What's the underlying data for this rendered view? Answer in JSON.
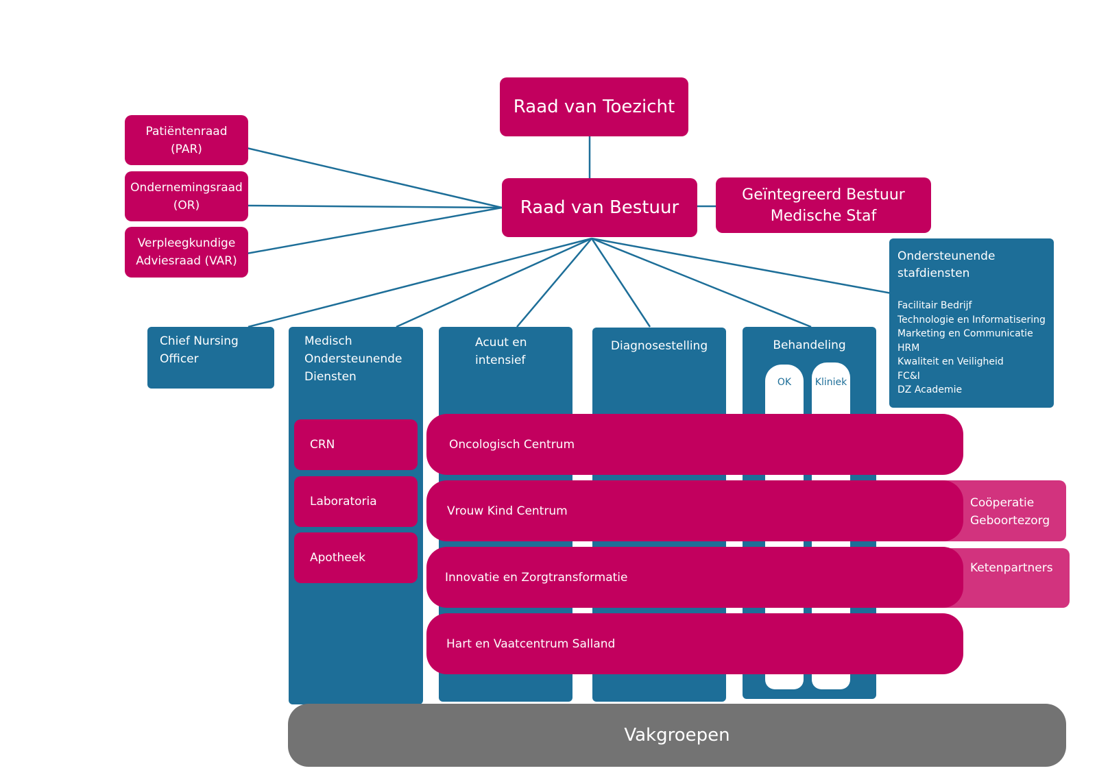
{
  "governance": {
    "raad_van_toezicht": "Raad van Toezicht",
    "raad_van_bestuur": "Raad van Bestuur",
    "geintegreerd_bestuur": "Geïntegreerd Bestuur\nMedische Staf"
  },
  "advisory": [
    {
      "label": "Patiëntenraad\n(PAR)"
    },
    {
      "label": "Ondernemingsraad\n(OR)"
    },
    {
      "label": "Verpleegkundige\nAdviesraad (VAR)"
    }
  ],
  "staff_services": {
    "title": "Ondersteunende\nstafdiensten",
    "items": [
      "Facilitair Bedrijf",
      "Technologie en Informatisering",
      "Marketing en Communicatie",
      "HRM",
      "Kwaliteit en Veiligheid",
      "FC&I",
      "DZ Academie"
    ]
  },
  "columns": {
    "cno": "Chief Nursing\nOfficer",
    "mod": "Medisch\nOndersteunende\nDiensten",
    "acuut": "Acuut en\nintensief",
    "diagnose": "Diagnosestelling",
    "behandeling": "Behandeling",
    "ok": "OK",
    "kliniek": "Kliniek"
  },
  "mod_units": [
    "CRN",
    "Laboratoria",
    "Apotheek"
  ],
  "centres": [
    {
      "label": "Oncologisch Centrum"
    },
    {
      "label": "Vrouw Kind Centrum"
    },
    {
      "label": "Innovatie en Zorgtransformatie"
    },
    {
      "label": "Hart en Vaatcentrum Salland"
    }
  ],
  "partners": [
    "Coöperatie\nGeboortezorg",
    "Ketenpartners"
  ],
  "base": "Vakgroepen",
  "colors": {
    "magenta": "#c2005e",
    "blue": "#1d6e98",
    "light_magenta": "#d2337e",
    "grey": "#737373"
  }
}
